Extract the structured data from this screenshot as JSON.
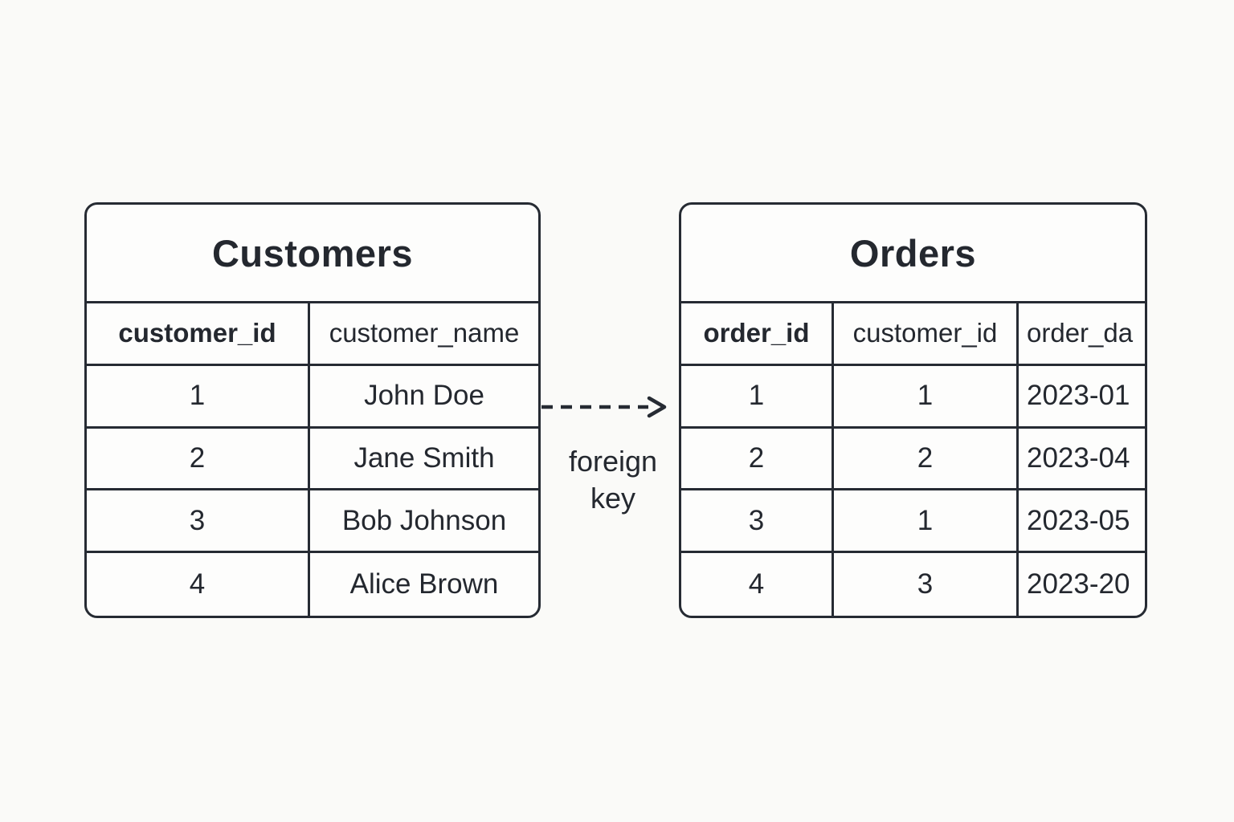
{
  "page": {
    "background_color": "#fafaf8",
    "line_color": "#262b33",
    "cell_background": "#fdfdfc"
  },
  "relationship": {
    "label": "foreign key"
  },
  "customers_table": {
    "title": "Customers",
    "columns": [
      "customer_id",
      "customer_name"
    ],
    "rows": [
      [
        "1",
        "John Doe"
      ],
      [
        "2",
        "Jane Smith"
      ],
      [
        "3",
        "Bob Johnson"
      ],
      [
        "4",
        "Alice Brown"
      ]
    ]
  },
  "orders_table": {
    "title": "Orders",
    "columns": [
      "order_id",
      "customer_id",
      "order_da"
    ],
    "rows": [
      [
        "1",
        "1",
        "2023-01"
      ],
      [
        "2",
        "2",
        "2023-04"
      ],
      [
        "3",
        "1",
        "2023-05"
      ],
      [
        "4",
        "3",
        "2023-20"
      ]
    ]
  }
}
